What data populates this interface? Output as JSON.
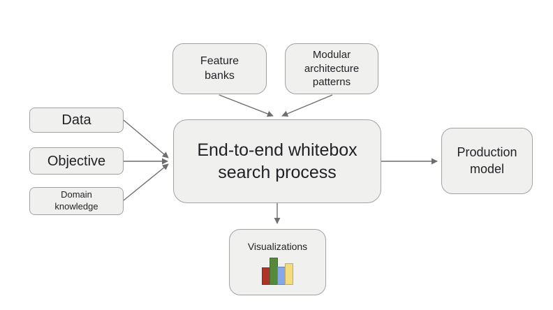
{
  "nodes": {
    "feature_banks": {
      "label": "Feature\nbanks"
    },
    "modular_architecture": {
      "label": "Modular\narchitecture\npatterns"
    },
    "data": {
      "label": "Data"
    },
    "objective": {
      "label": "Objective"
    },
    "domain_knowledge": {
      "label": "Domain\nknowledge"
    },
    "process": {
      "label": "End-to-end whitebox\nsearch process"
    },
    "production_model": {
      "label": "Production\nmodel"
    },
    "visualizations": {
      "label": "Visualizations",
      "icon": {
        "name": "bar-chart-icon",
        "bars": [
          {
            "name": "bar-red",
            "color": "#ad3528",
            "height": 25
          },
          {
            "name": "bar-green",
            "color": "#57893c",
            "height": 39
          },
          {
            "name": "bar-blue",
            "color": "#84a9e8",
            "height": 26
          },
          {
            "name": "bar-yellow",
            "color": "#f2dc7e",
            "height": 31
          }
        ]
      }
    }
  },
  "colors": {
    "node_fill": "#f0f0ee",
    "node_border": "#a2a2a0",
    "arrow": "#6e6e6e",
    "text": "#1f2124",
    "background": "#ffffff"
  }
}
